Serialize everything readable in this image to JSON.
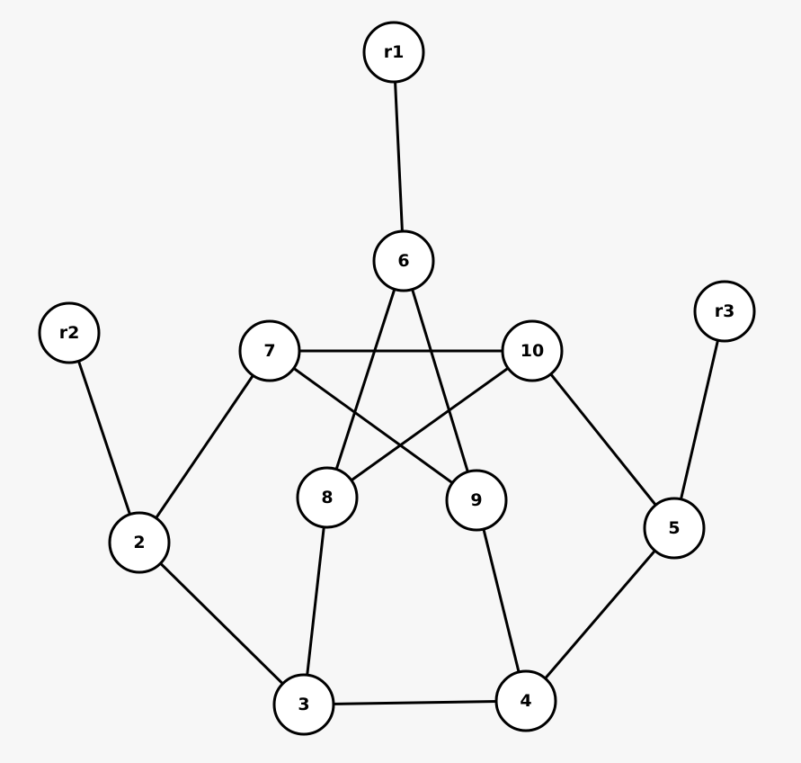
{
  "graph": {
    "nodes": [
      {
        "id": "r1",
        "label": "r1"
      },
      {
        "id": "6",
        "label": "6"
      },
      {
        "id": "r2",
        "label": "r2"
      },
      {
        "id": "7",
        "label": "7"
      },
      {
        "id": "10",
        "label": "10"
      },
      {
        "id": "r3",
        "label": "r3"
      },
      {
        "id": "8",
        "label": "8"
      },
      {
        "id": "9",
        "label": "9"
      },
      {
        "id": "2",
        "label": "2"
      },
      {
        "id": "5",
        "label": "5"
      },
      {
        "id": "3",
        "label": "3"
      },
      {
        "id": "4",
        "label": "4"
      }
    ],
    "edges": [
      [
        "r1",
        "6"
      ],
      [
        "6",
        "8"
      ],
      [
        "6",
        "9"
      ],
      [
        "7",
        "10"
      ],
      [
        "7",
        "9"
      ],
      [
        "10",
        "8"
      ],
      [
        "7",
        "2"
      ],
      [
        "r2",
        "2"
      ],
      [
        "2",
        "3"
      ],
      [
        "8",
        "3"
      ],
      [
        "3",
        "4"
      ],
      [
        "9",
        "4"
      ],
      [
        "4",
        "5"
      ],
      [
        "10",
        "5"
      ],
      [
        "r3",
        "5"
      ]
    ]
  }
}
